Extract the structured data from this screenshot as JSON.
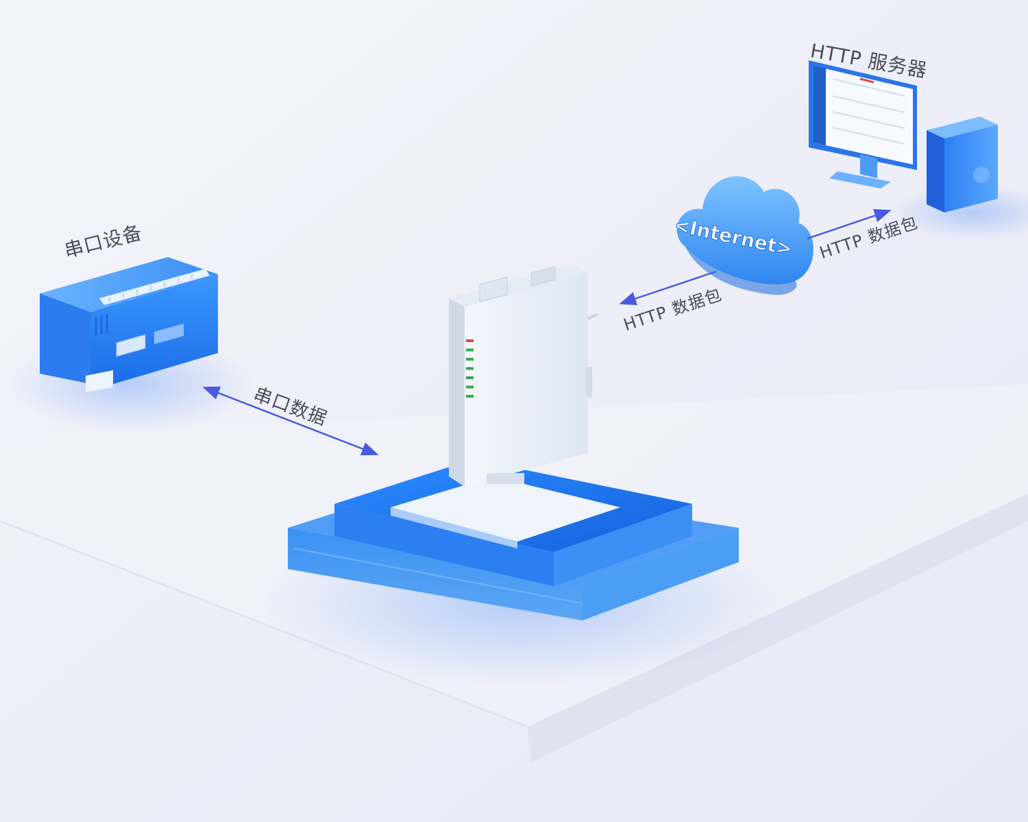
{
  "nodes": {
    "serial_device": {
      "label": "串口设备"
    },
    "gateway": {
      "leds": [
        "red",
        "green",
        "green",
        "green",
        "green",
        "green",
        "green"
      ]
    },
    "cloud": {
      "label": "<Internet>"
    },
    "http_server": {
      "label": "HTTP 服务器"
    }
  },
  "links": {
    "serial_data": {
      "label": "串口数据"
    },
    "http_to_gateway": {
      "label": "HTTP 数据包"
    },
    "http_to_server": {
      "label": "HTTP 数据包"
    }
  },
  "colors": {
    "background": "#eeeef8",
    "accent_blue": "#1f78f0",
    "platform_blue": "#2a86f2",
    "arrow": "#4a5adf",
    "label_text": "#4a4c58",
    "led_red": "#e3413c",
    "led_green": "#3aa64b"
  }
}
